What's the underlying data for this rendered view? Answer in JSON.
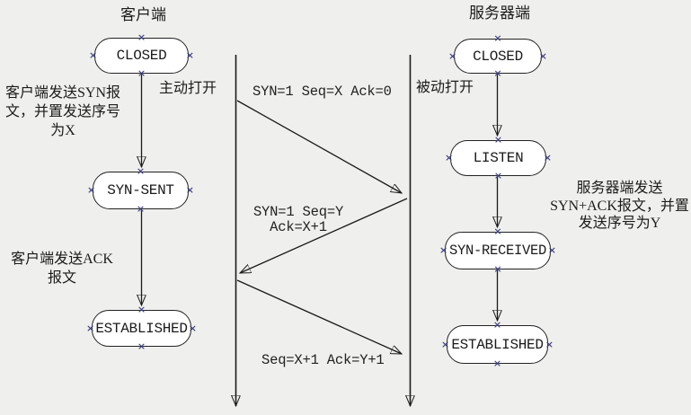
{
  "ui": {
    "handle_glyph": "×"
  },
  "client": {
    "title": "客户端",
    "states": [
      "CLOSED",
      "SYN-SENT",
      "ESTABLISHED"
    ],
    "open_label": "主动打开",
    "note_syn_lines": [
      "客户端发送SYN报",
      "文，并置发送序号",
      "为X"
    ],
    "note_ack_lines": [
      "客户端发送ACK",
      "报文"
    ]
  },
  "server": {
    "title": "服务器端",
    "states": [
      "CLOSED",
      "LISTEN",
      "SYN-RECEIVED",
      "ESTABLISHED"
    ],
    "open_label": "被动打开",
    "note_lines": [
      "服务器端发送",
      "SYN+ACK报文，并置",
      "发送序号为Y"
    ]
  },
  "messages": {
    "syn": "SYN=1 Seq=X Ack=0",
    "synack_lines": [
      "SYN=1 Seq=Y",
      "Ack=X+1"
    ],
    "ack": "Seq=X+1 Ack=Y+1"
  }
}
